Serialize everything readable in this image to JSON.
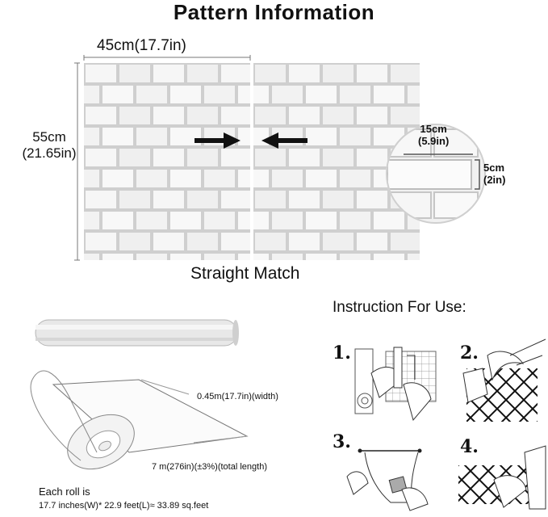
{
  "title": "Pattern Information",
  "panel": {
    "width_label": "45cm(17.7in)",
    "height_label_1": "55cm",
    "height_label_2": "(21.65in)",
    "match_label": "Straight Match"
  },
  "zoom": {
    "brick_width": "15cm",
    "brick_width_in": "(5.9in)",
    "brick_height": "5cm",
    "brick_height_in": "(2in)"
  },
  "roll": {
    "width_text": "0.45m(17.7in)(width)",
    "length_text": "7 m(276in)(±3%)(total length)",
    "info_line_1": "Each roll is",
    "info_line_2": "17.7 inches(W)*  22.9  feet(L)≈ 33.89  sq.feet"
  },
  "instructions": {
    "title": "Instruction For Use:",
    "steps": [
      "1.",
      "2.",
      "3.",
      "4."
    ]
  },
  "colors": {
    "brick_bg": "#ededed",
    "brick_face": "#fafafa",
    "mortar": "#cfcfcf",
    "arrow": "#111111"
  }
}
